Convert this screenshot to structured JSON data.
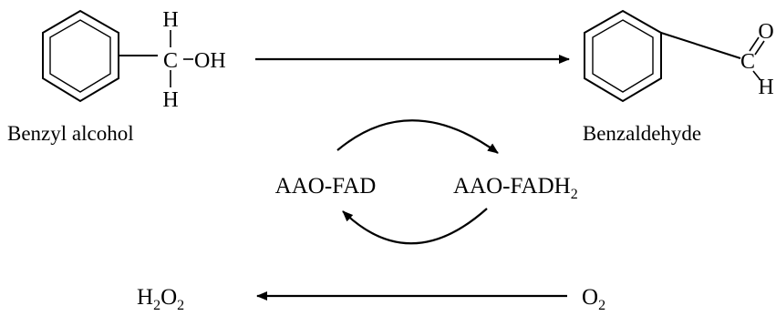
{
  "reactant": {
    "name": "Benzyl alcohol",
    "atom_h_top": "H",
    "atom_c": "C",
    "atom_oh": "OH",
    "atom_h_bottom": "H",
    "bond_dash": "-"
  },
  "product": {
    "name": "Benzaldehyde",
    "atom_c": "C",
    "atom_o": "O",
    "atom_h": "H"
  },
  "cycle": {
    "left_label": "AAO-FAD",
    "right_label_main": "AAO-FADH",
    "right_label_sub": "2"
  },
  "bottom": {
    "left_h": "H",
    "left_sub1": "2",
    "left_o": "O",
    "left_sub2": "2",
    "right_o": "O",
    "right_sub": "2"
  }
}
